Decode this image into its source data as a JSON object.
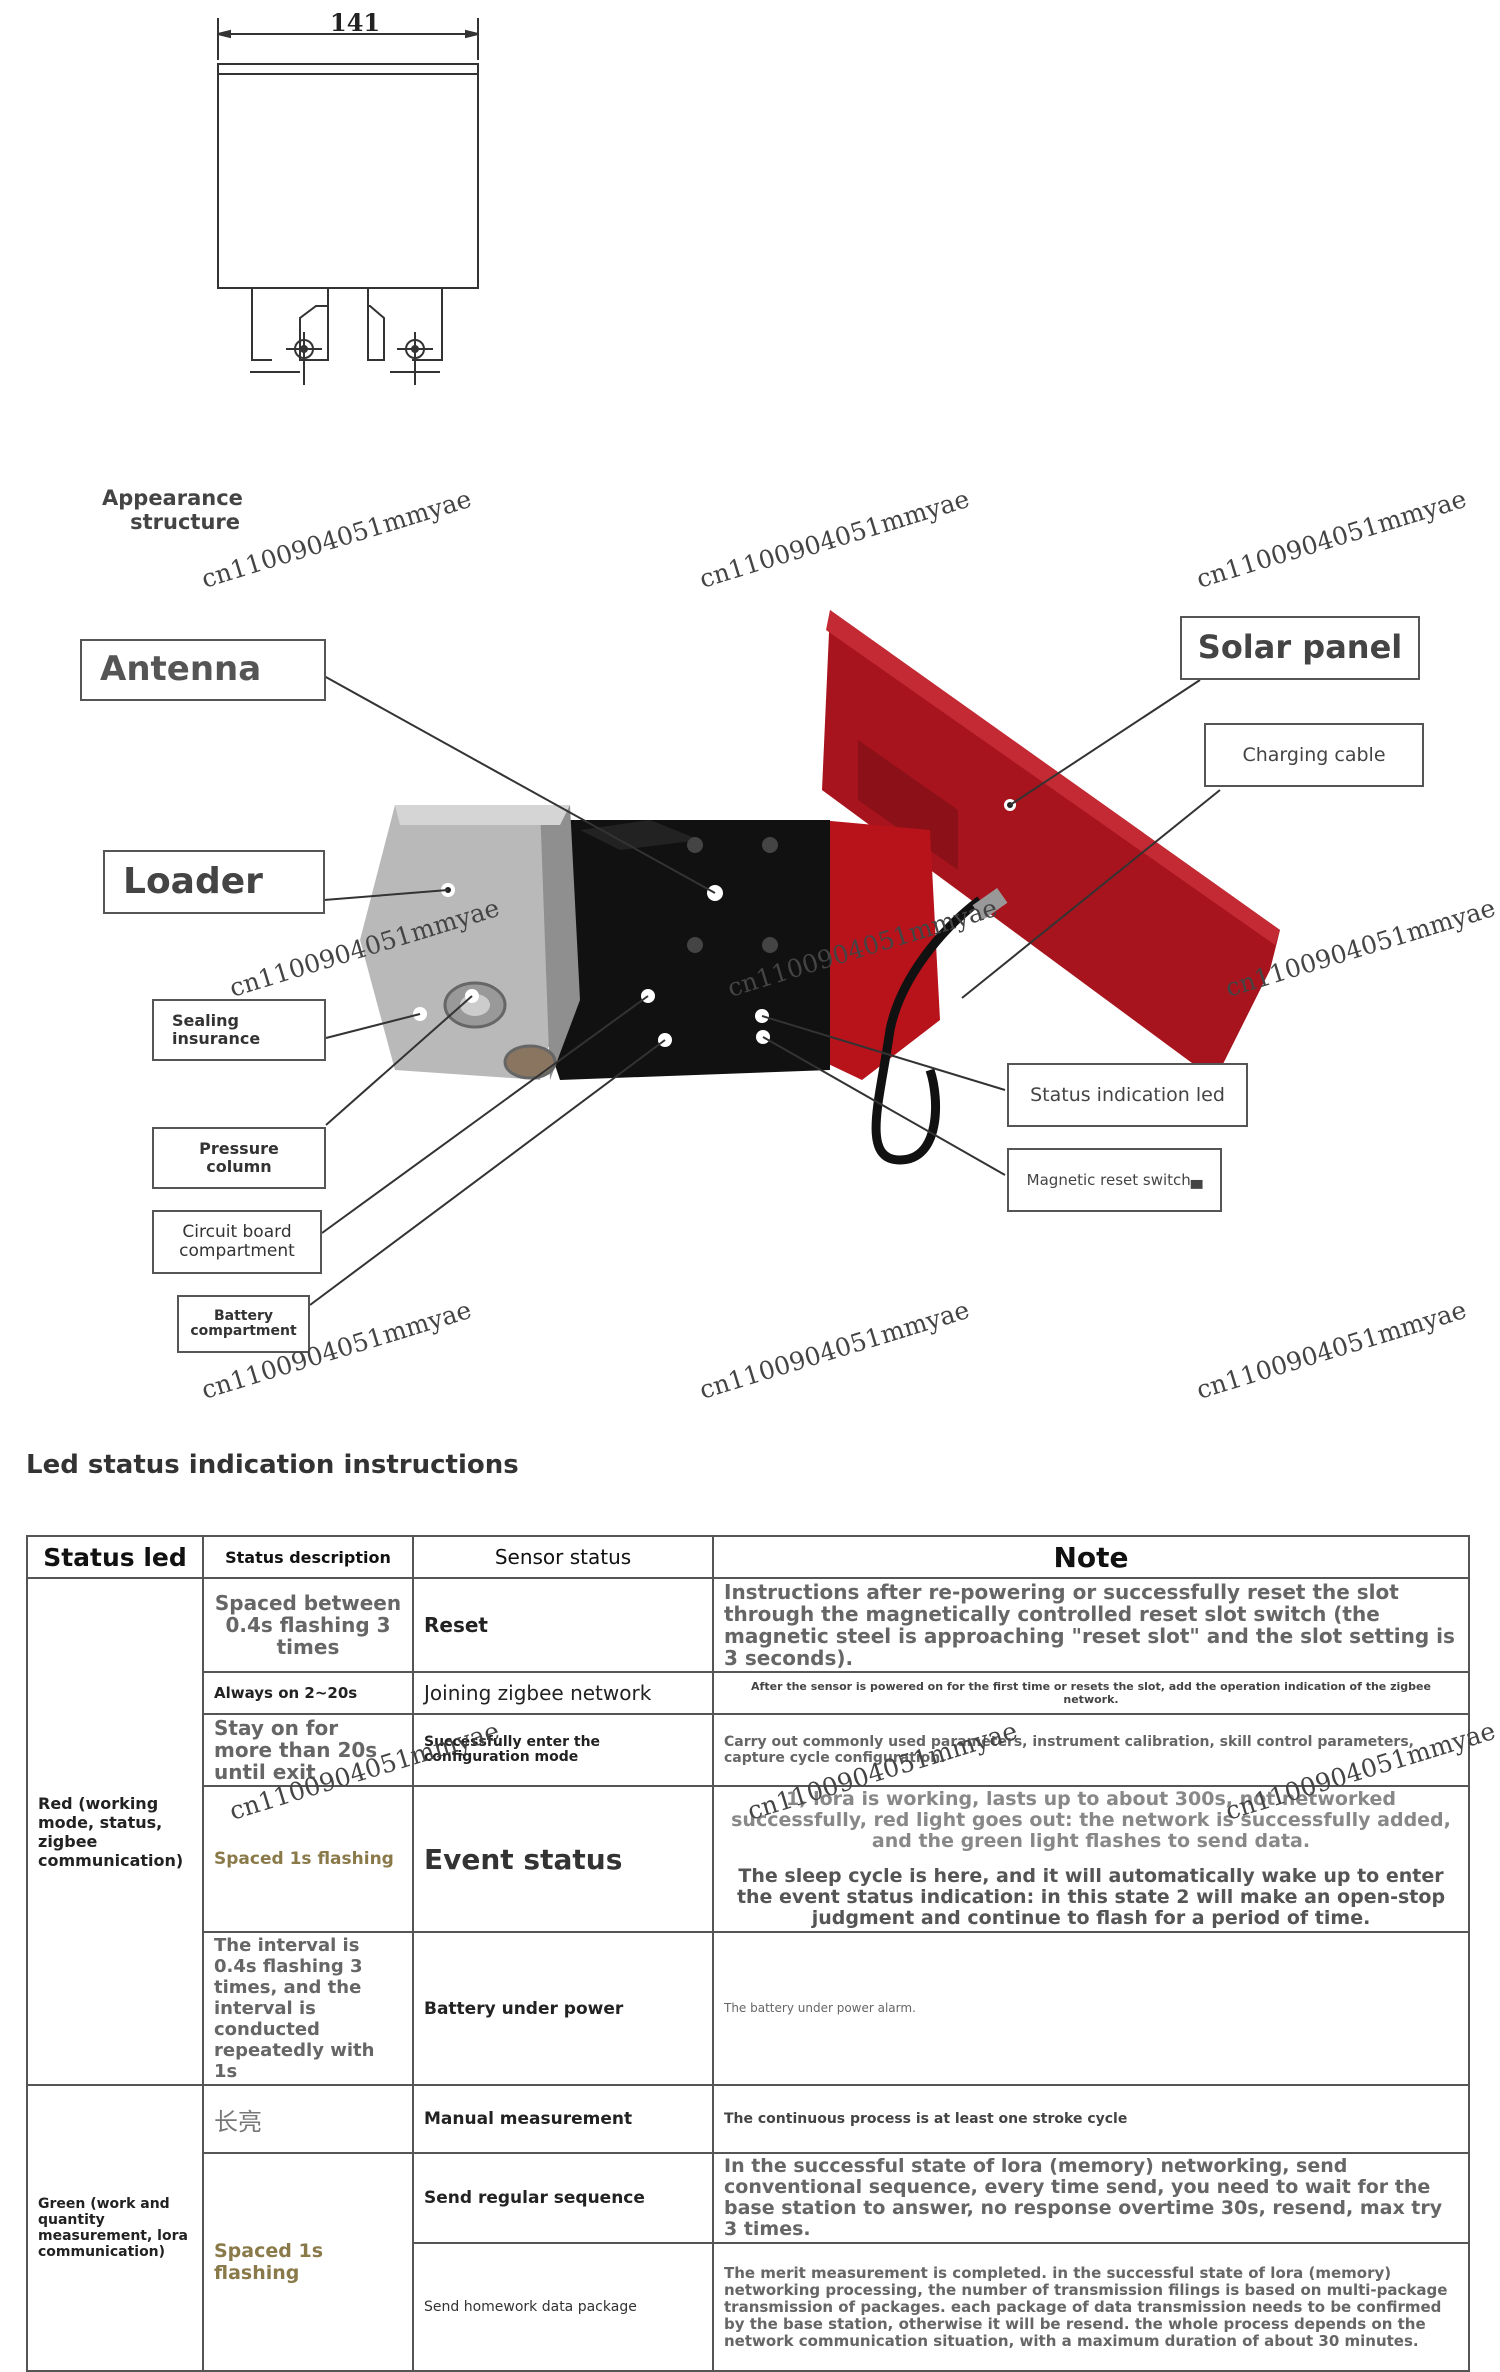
{
  "drawing": {
    "dimension": "141"
  },
  "appearance": {
    "line1": "Appearance",
    "line2": "structure"
  },
  "watermark": "cn1100904051mmyae",
  "labels": {
    "antenna": "Antenna",
    "loader": "Loader",
    "sealing": "Sealing insurance",
    "pressure": "Pressure column",
    "circuit": "Circuit board compartment",
    "battery": "Battery compartment",
    "solar": "Solar panel",
    "charging": "Charging cable",
    "status_led": "Status indication led",
    "magnetic": "Magnetic reset switch▄"
  },
  "section_title": "Led status indication instructions",
  "table": {
    "headers": [
      "Status led",
      "Status description",
      "Sensor status",
      "Note"
    ],
    "red_group": "Red (working mode, status, zigbee communication)",
    "green_group": "Green (work and quantity measurement, lora communication)",
    "rows": [
      {
        "desc": "Spaced between 0.4s flashing 3 times",
        "sensor": "Reset",
        "note": "Instructions after re-powering or successfully reset the slot through the magnetically controlled reset slot switch (the magnetic steel is approaching \"reset slot\" and the slot setting is 3 seconds)."
      },
      {
        "desc": "Always on 2~20s",
        "sensor": "Joining zigbee network",
        "note": "After the sensor is powered on for the first time or resets the slot, add the operation indication of the zigbee network."
      },
      {
        "desc": "Stay on for more than 20s until exit",
        "sensor": "Successfully enter the configuration mode",
        "note": "Carry out commonly used parameters, instrument calibration, skill control parameters, capture cycle configuration."
      },
      {
        "desc": "Spaced 1s flashing",
        "sensor": "Event status",
        "note": "1, lora is working, lasts up to about 300s, not networked successfully, red light goes out: the network is successfully added, and the green light flashes to send data.",
        "note2": "The sleep cycle is here, and it will automatically wake up to enter the event status indication: in this state 2 will make an open-stop judgment and continue to flash for a period of time."
      },
      {
        "desc": "The interval is 0.4s flashing 3 times, and the interval is conducted repeatedly with 1s",
        "sensor": "Battery under power",
        "note": "The battery under power alarm."
      },
      {
        "desc": "长亮",
        "sensor": "Manual measurement",
        "note": "The continuous process is at least one stroke cycle"
      },
      {
        "desc": "Spaced 1s flashing",
        "sensor": "Send regular sequence",
        "note": "In the successful state of lora (memory) networking, send conventional sequence, every time send, you need to wait for the base station to answer, no response overtime 30s, resend, max try 3 times."
      },
      {
        "sensor": "Send homework data package",
        "note": "The merit measurement is completed. in the successful state of lora (memory) networking processing, the number of transmission filings is based on multi-package transmission of packages. each package of data transmission needs to be confirmed by the base station, otherwise it will be resend. the whole process depends on the network communication situation, with a maximum duration of about 30 minutes."
      }
    ]
  }
}
